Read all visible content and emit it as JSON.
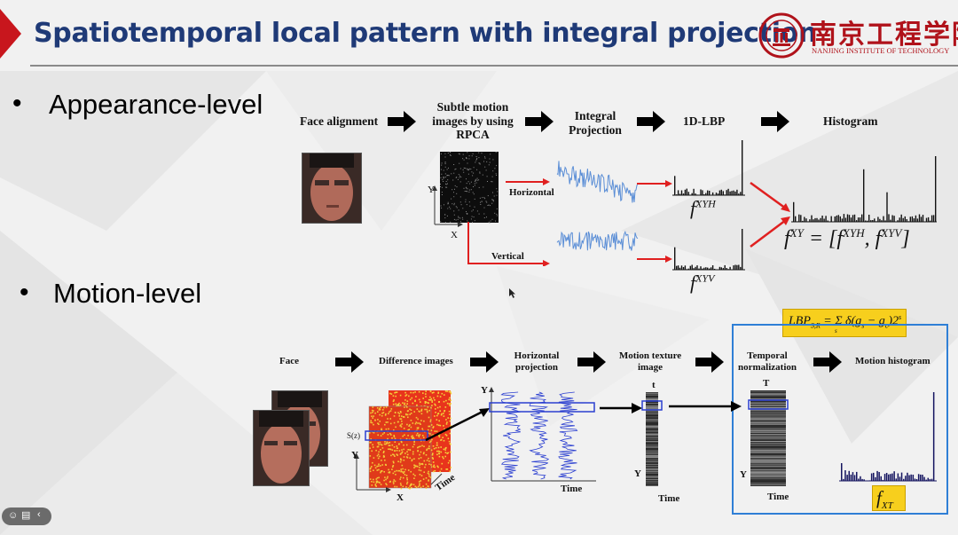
{
  "slide": {
    "title": "Spatiotemporal local pattern with integral projection",
    "logo": {
      "cn": "南京工程学院",
      "en": "NANJING INSTITUTE OF TECHNOLOGY"
    },
    "bullets": [
      "Appearance-level",
      "Motion-level"
    ]
  },
  "appearance": {
    "steps": {
      "face_alignment": "Face alignment",
      "subtle_1": "Subtle motion",
      "subtle_2": "images by using",
      "subtle_3": "RPCA",
      "integral_1": "Integral",
      "integral_2": "Projection",
      "lbp": "1D-LBP",
      "histogram": "Histogram"
    },
    "horizontal": "Horizontal",
    "vertical": "Vertical",
    "axis_y": "Y",
    "axis_x": "X",
    "f_xyh_base": "f",
    "f_xyh_sup": "XYH",
    "f_xyv_base": "f",
    "f_xyv_sup": "XYV",
    "eq_lhs": "f",
    "eq_lhs_sup": "XY",
    "eq_mid": " = [f",
    "eq_mid_sup": "XYH",
    "eq_sep": ", f",
    "eq_end_sup": "XYV",
    "eq_close": "]"
  },
  "motion": {
    "steps": {
      "face": "Face",
      "difference": "Difference images",
      "horiz_1": "Horizontal",
      "horiz_2": "projection",
      "texture_1": "Motion texture",
      "texture_2": "image",
      "temporal_1": "Temporal",
      "temporal_2": "normalization",
      "motion_hist": "Motion histogram"
    },
    "formula": "LBP",
    "formula_sub": "S,R",
    "formula_rest": " = Σ δ(g",
    "formula_sub2": "s",
    "formula_mid": " − g",
    "formula_sub3": "c",
    "formula_end": ")2",
    "formula_sup": "s",
    "formula_under": "s",
    "sz_label": "S(z)",
    "axis_y": "Y",
    "axis_x": "X",
    "time_axis": "Time",
    "t_label": "t",
    "T_label": "T",
    "fxt_base": "f",
    "fxt_sub": "XT"
  },
  "colors": {
    "title": "#1f3a77",
    "accent": "#c8161d",
    "blue": "#2f7fd6",
    "yellow": "#f7cf1d",
    "signal": "#5b8ed6"
  },
  "icons": [
    "face-thumbnail",
    "rpca-image",
    "signal-plot",
    "histogram"
  ]
}
